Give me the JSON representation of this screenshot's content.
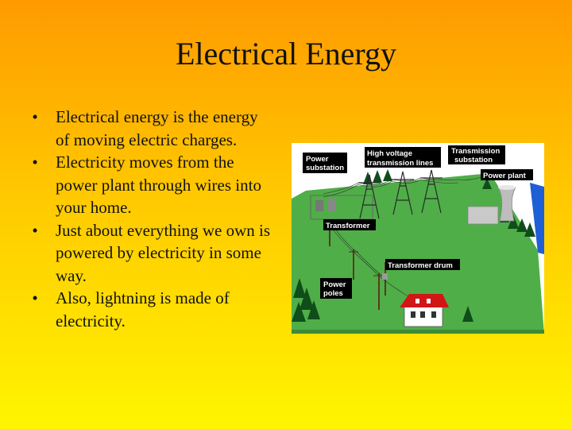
{
  "slide": {
    "title": "Electrical Energy",
    "bullets": [
      "Electrical energy is the energy of moving electric charges.",
      "Electricity moves from the power plant through wires into your home.",
      "Just about everything we own is powered by electricity in some way.",
      "Also, lightning is made of electricity."
    ],
    "bullet_symbol": "•"
  },
  "diagram": {
    "labels": {
      "power_substation": [
        "Power",
        "substation"
      ],
      "high_voltage_lines": [
        "High voltage",
        "transmission lines"
      ],
      "transmission_substation": [
        "Transmission",
        "substation"
      ],
      "power_plant": "Power plant",
      "transformer": "Transformer",
      "transformer_drum": "Transformer drum",
      "power_poles": [
        "Power",
        "poles"
      ]
    },
    "colors": {
      "label_box": "#000000",
      "ground": "#4fae48",
      "trees": "#0f4d1a",
      "water": "#1f5fd6",
      "house_roof": "#d11616"
    }
  }
}
